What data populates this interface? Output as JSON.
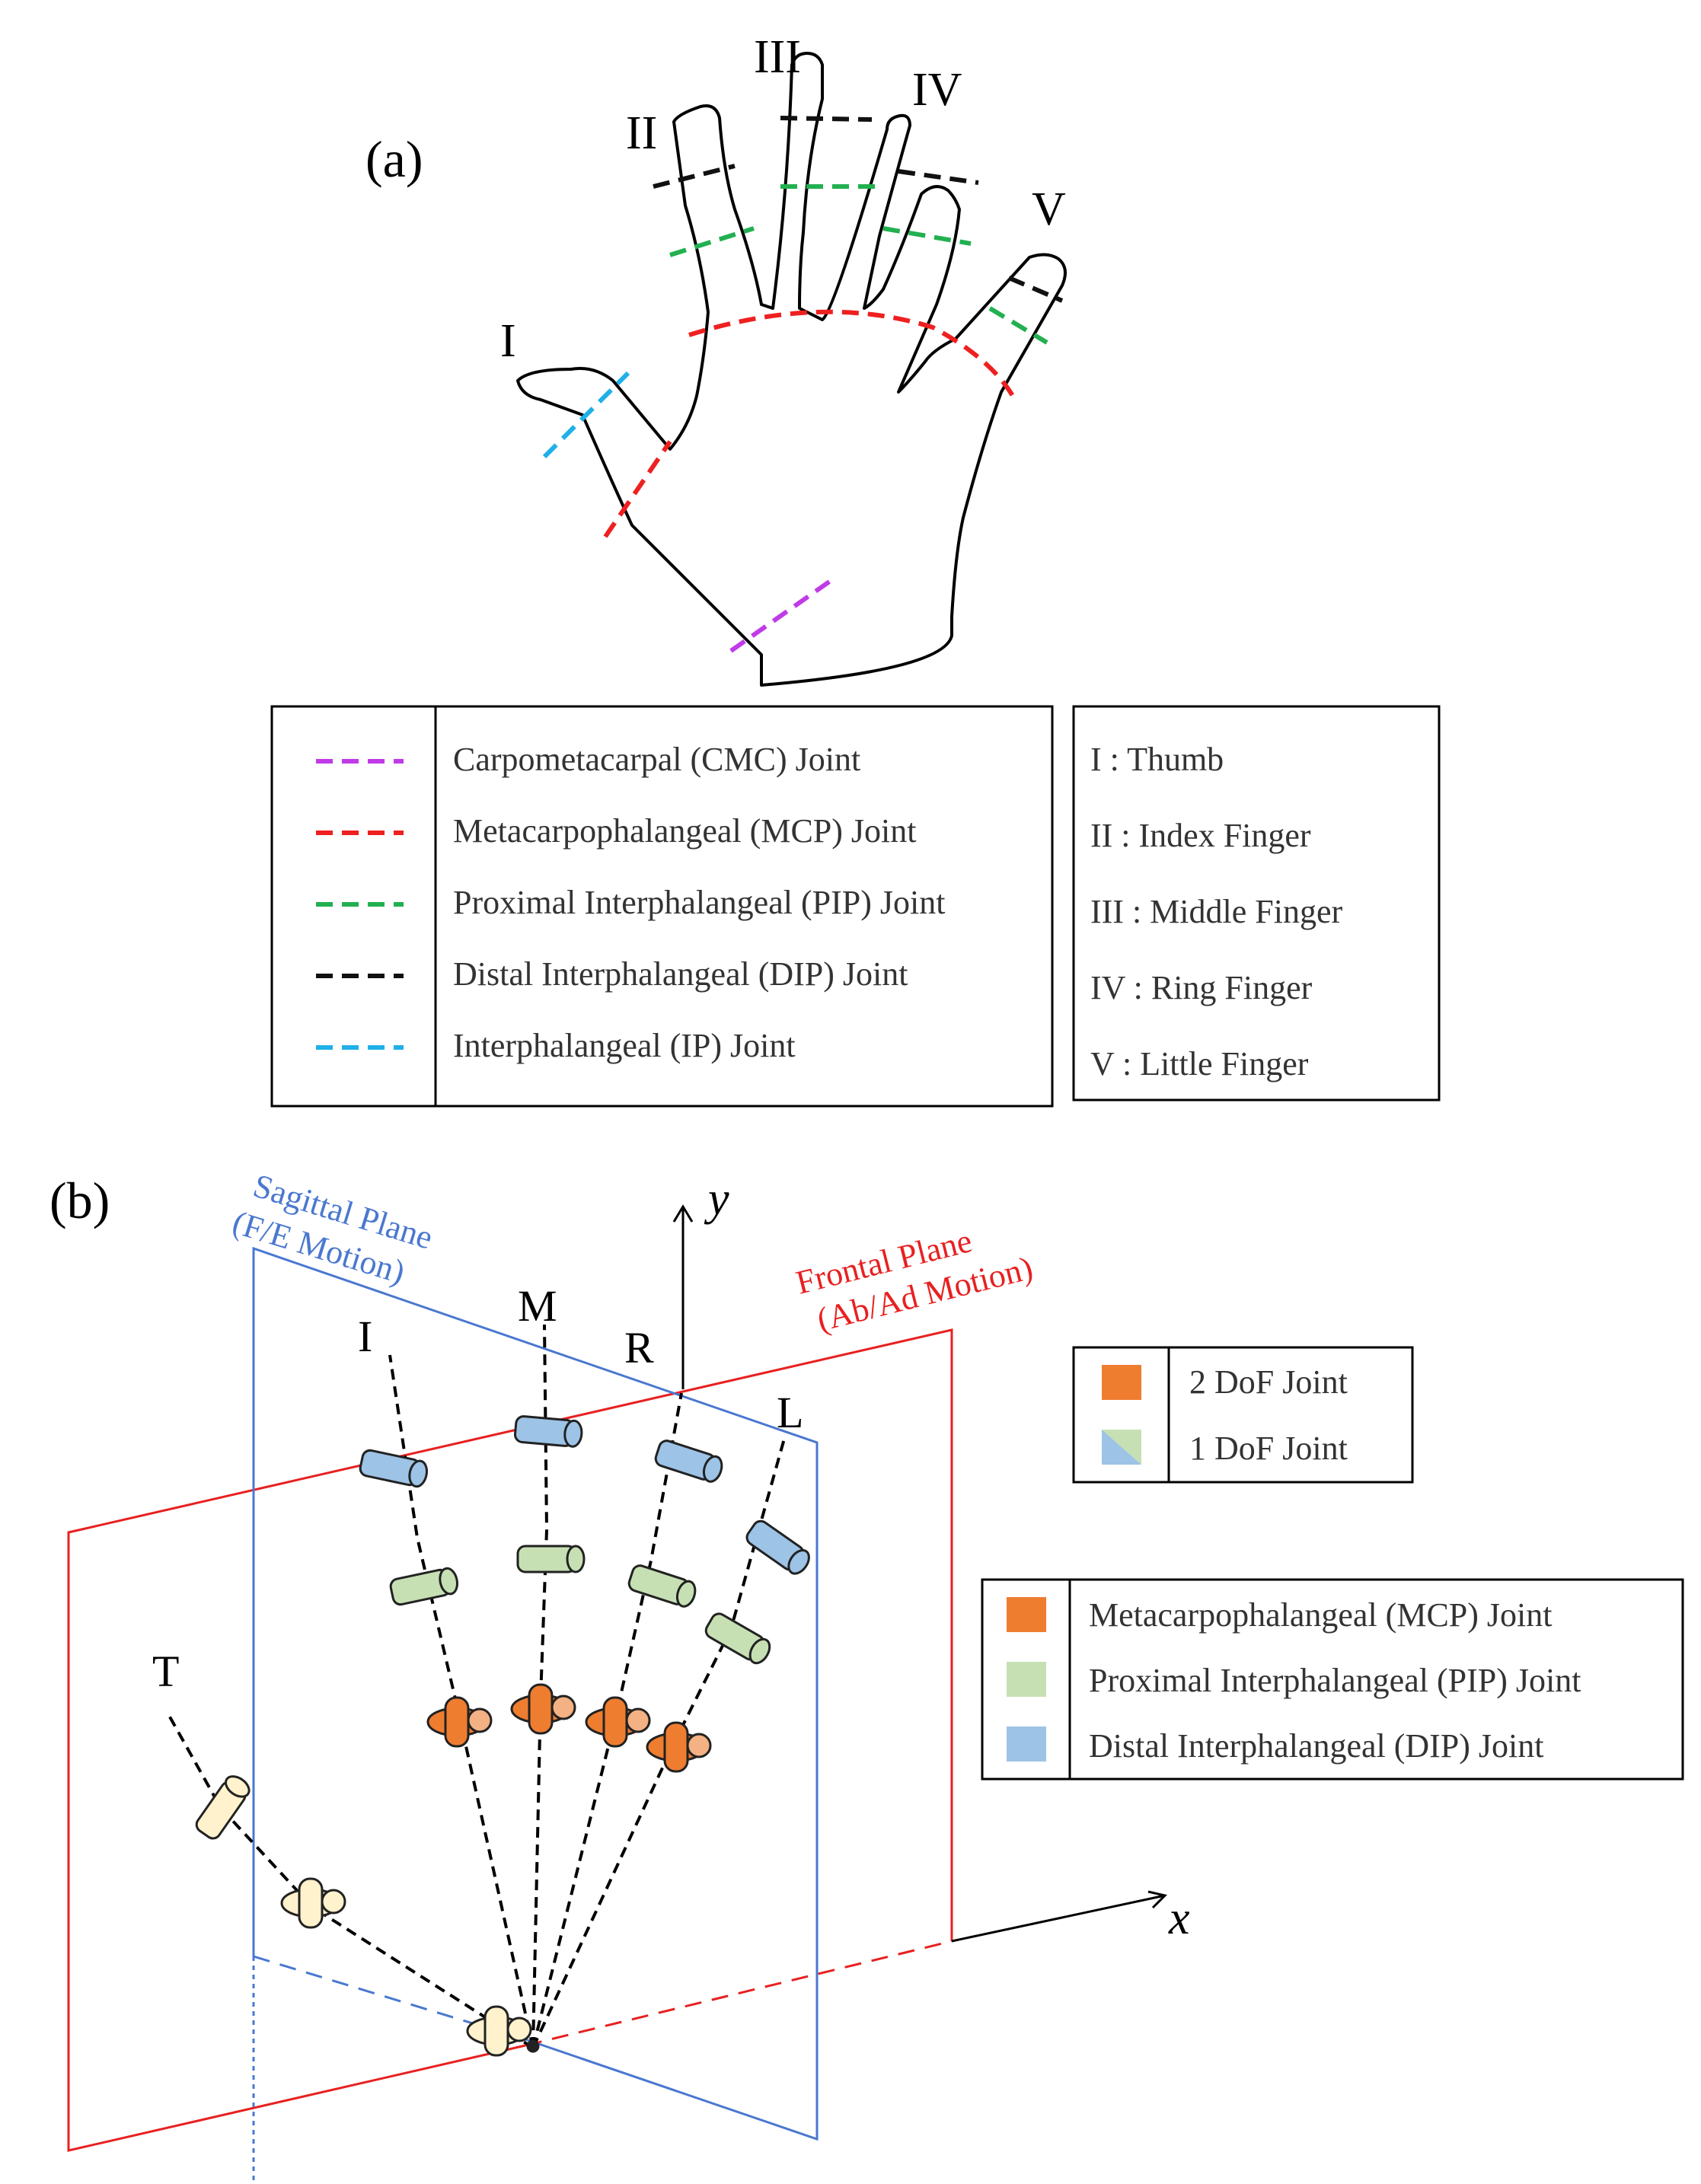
{
  "panel_a": {
    "label": "(a)",
    "finger_numerals": [
      "I",
      "II",
      "III",
      "IV",
      "V"
    ],
    "joint_legend": [
      {
        "color": "#c03be8",
        "text": "Carpometacarpal (CMC) Joint"
      },
      {
        "color": "#ee2020",
        "text": "Metacarpophalangeal (MCP) Joint"
      },
      {
        "color": "#22b050",
        "text": "Proximal Interphalangeal (PIP) Joint"
      },
      {
        "color": "#111111",
        "text": "Distal Interphalangeal (DIP) Joint"
      },
      {
        "color": "#20b0e8",
        "text": "Interphalangeal (IP) Joint"
      }
    ],
    "finger_legend": [
      "I : Thumb",
      "II : Index Finger",
      "III : Middle Finger",
      "IV : Ring Finger",
      "V : Little Finger"
    ]
  },
  "panel_b": {
    "label": "(b)",
    "sagittal_plane": {
      "line1": "Sagittal Plane",
      "line2": "(F/E Motion)",
      "color": "#4a78d0"
    },
    "frontal_plane": {
      "line1": "Frontal Plane",
      "line2": "(Ab/Ad Motion)",
      "color": "#e82020"
    },
    "axis_y": "y",
    "axis_x": "x",
    "finger_letters": {
      "I": "I",
      "M": "M",
      "R": "R",
      "L": "L",
      "T": "T"
    },
    "dof_legend": [
      {
        "type": "2dof",
        "text": "2 DoF Joint"
      },
      {
        "type": "1dof",
        "text": "1 DoF Joint"
      }
    ],
    "joint_legend": [
      {
        "color": "#ef7d30",
        "text": "Metacarpophalangeal (MCP) Joint"
      },
      {
        "color": "#c6e0b4",
        "text": "Proximal Interphalangeal (PIP) Joint"
      },
      {
        "color": "#9dc3e6",
        "text": "Distal Interphalangeal (DIP) Joint"
      }
    ],
    "thumb_joint_color": "#fff2cc"
  }
}
